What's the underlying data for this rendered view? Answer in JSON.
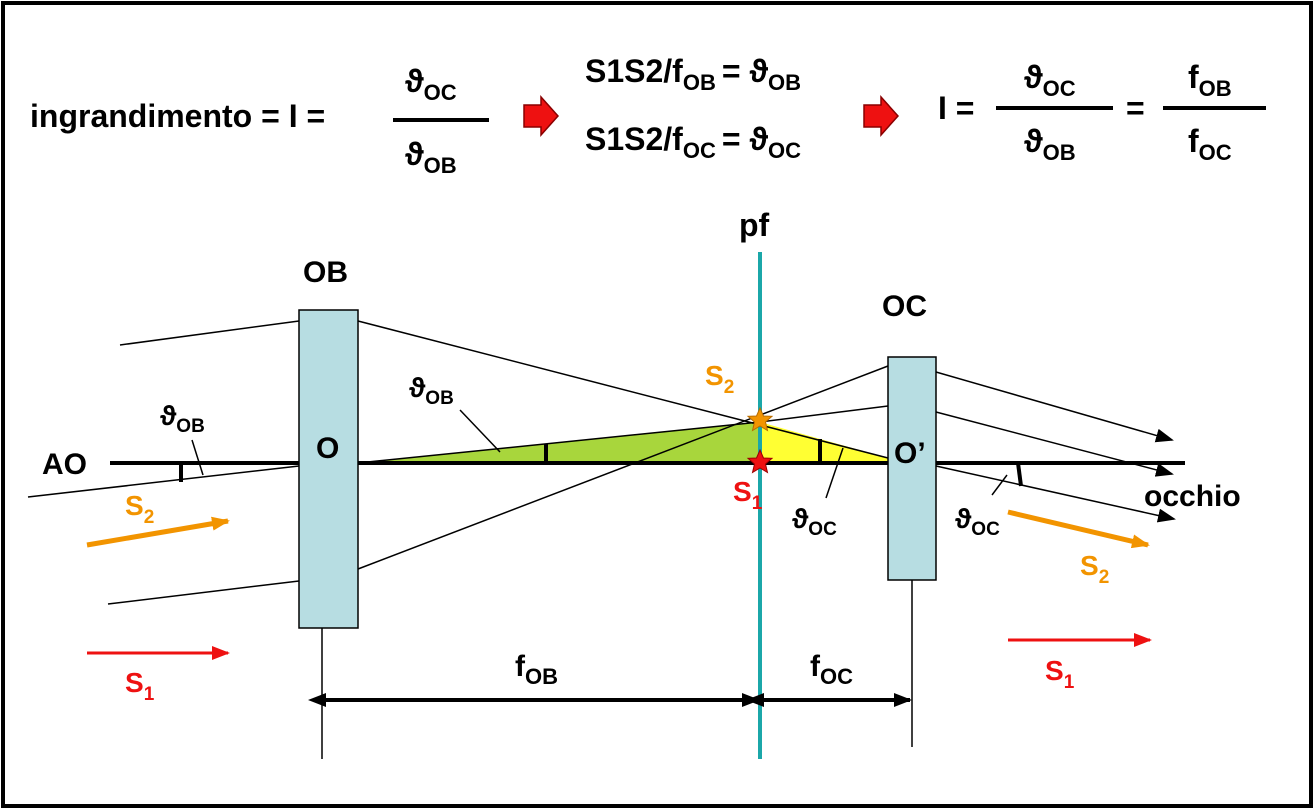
{
  "colors": {
    "lens": "#b7dde2",
    "focal_plane": "#1ba7a9",
    "green_triangle": "#a8d63c",
    "yellow_triangle": "#ffff33",
    "red": "#ee1111",
    "orange": "#f29400"
  },
  "formula": {
    "magnification_label": "ingrandimento = I =",
    "frac1_num_symbol": "ϑ",
    "frac1_num_sub": "OC",
    "frac1_den_symbol": "ϑ",
    "frac1_den_sub": "OB",
    "eq2_left": "S1S2/f",
    "eq2_left_sub": "OB",
    "eq2_right": "= ϑ",
    "eq2_right_sub": "OB",
    "eq3_left": "S1S2/f",
    "eq3_left_sub": "OC",
    "eq3_right": "= ϑ",
    "eq3_right_sub": "OC",
    "result_label": "I =",
    "frac2_num_symbol": "ϑ",
    "frac2_num_sub": "OC",
    "frac2_den_symbol": "ϑ",
    "frac2_den_sub": "OB",
    "equals": "=",
    "frac3_num_symbol": "f",
    "frac3_num_sub": "OB",
    "frac3_den_symbol": "f",
    "frac3_den_sub": "OC"
  },
  "diagram": {
    "focal_plane_label": "pf",
    "objective_label": "OB",
    "ocular_label": "OC",
    "optical_axis_label": "AO",
    "objective_center": "O",
    "ocular_center": "O’",
    "eye_label": "occhio",
    "theta": "ϑ",
    "theta_ob_sub": "OB",
    "theta_oc_sub": "OC",
    "star_s1": "S",
    "star_s1_sub": "1",
    "star_s2": "S",
    "star_s2_sub": "2",
    "left_s2": "S",
    "left_s2_sub": "2",
    "left_s1": "S",
    "left_s1_sub": "1",
    "right_s2": "S",
    "right_s2_sub": "2",
    "right_s1": "S",
    "right_s1_sub": "1",
    "f_ob": "f",
    "f_ob_sub": "OB",
    "f_oc": "f",
    "f_oc_sub": "OC"
  }
}
